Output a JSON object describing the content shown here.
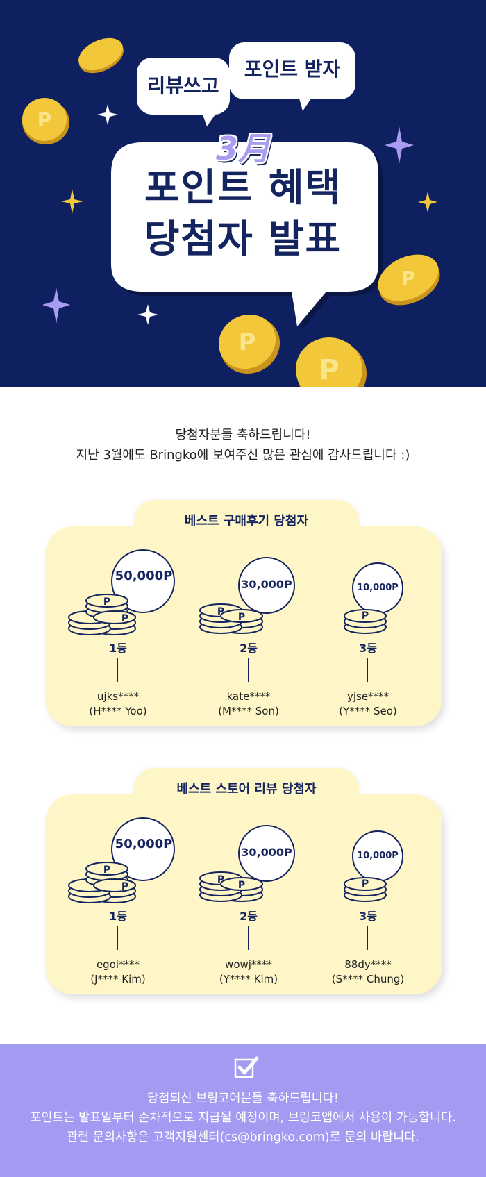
{
  "hero": {
    "bubble_left": "리뷰쓰고",
    "bubble_right": "포인트 받자",
    "month": "3月",
    "title_line1": "포인트 혜택",
    "title_line2": "당첨자 발표"
  },
  "intro": {
    "line1": "당첨자분들 축하드립니다!",
    "line2": "지난 3월에도 Bringko에 보여주신 많은 관심에 감사드립니다 :)"
  },
  "sections": [
    {
      "title": "베스트 구매후기 당첨자",
      "winners": [
        {
          "amount": "50,000P",
          "rank": "1등",
          "id": "ujks****",
          "name": "(H**** Yoo)"
        },
        {
          "amount": "30,000P",
          "rank": "2등",
          "id": "kate****",
          "name": "(M**** Son)"
        },
        {
          "amount": "10,000P",
          "rank": "3등",
          "id": "yjse****",
          "name": "(Y**** Seo)"
        }
      ]
    },
    {
      "title": "베스트 스토어 리뷰 당첨자",
      "winners": [
        {
          "amount": "50,000P",
          "rank": "1등",
          "id": "egoi****",
          "name": "(J**** Kim)"
        },
        {
          "amount": "30,000P",
          "rank": "2등",
          "id": "wowj****",
          "name": "(Y**** Kim)"
        },
        {
          "amount": "10,000P",
          "rank": "3등",
          "id": "88dy****",
          "name": "(S**** Chung)"
        }
      ]
    }
  ],
  "footer": {
    "icon": "checkbox-icon",
    "line1": "당첨되신 브링코어분들 축하드립니다!",
    "line2": "포인트는 발표일부터 순차적으로 지급될 예정이며, 브링코앱에서 사용이 가능합니다.",
    "line3": "관련 문의사항은 고객지원센터(cs@bringko.com)로 문의 바랍니다."
  },
  "colors": {
    "navy": "#0f2060",
    "text_navy": "#14245e",
    "panel_yellow": "#fef6c6",
    "footer_purple": "#a39bf1",
    "coin_gold": "#f2c73a",
    "sparkle_purple": "#a99cf1"
  }
}
